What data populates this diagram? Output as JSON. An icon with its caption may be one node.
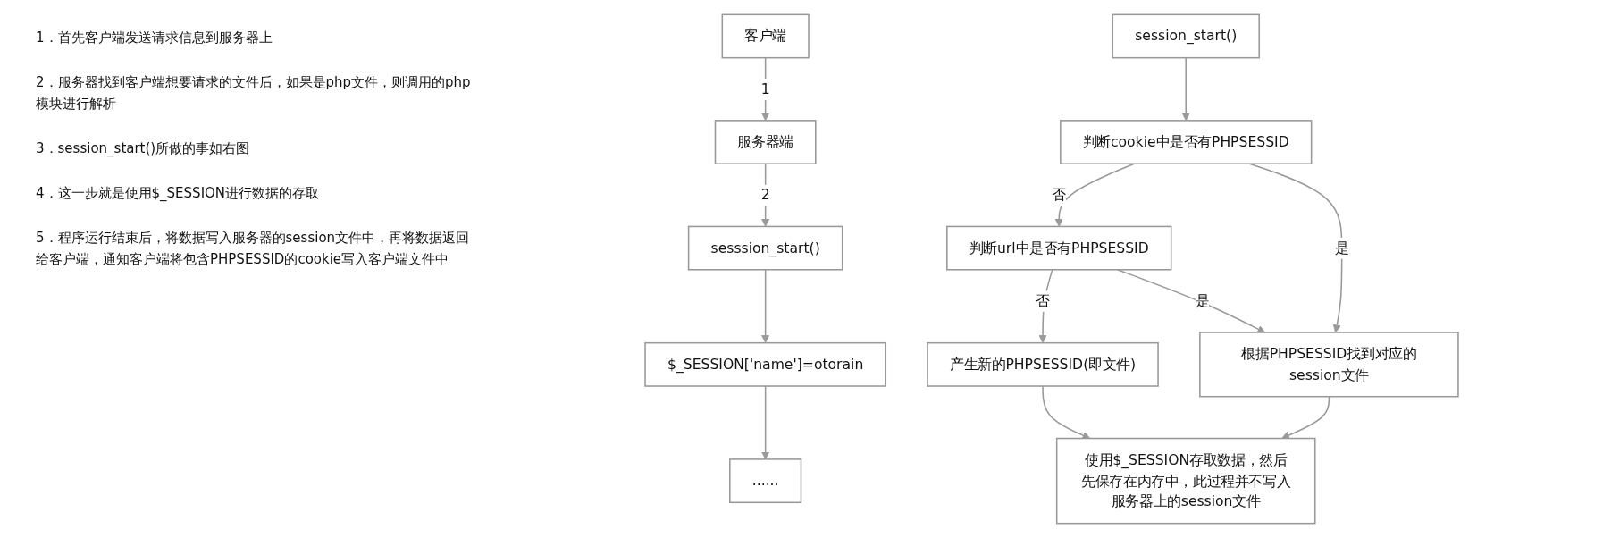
{
  "diagram": {
    "nodes": [
      {
        "text": [
          "客户端"
        ]
      },
      {
        "text": [
          "服务器端"
        ]
      },
      {
        "text": [
          "sesssion_start()"
        ]
      },
      {
        "text": [
          "$_SESSION['name']=otorain"
        ]
      },
      {
        "text": [
          "......"
        ]
      },
      {
        "text": [
          "session_start()"
        ]
      },
      {
        "text": [
          "判断cookie中是否有PHPSESSID"
        ]
      },
      {
        "text": [
          "判断url中是否有PHPSESSID"
        ]
      },
      {
        "text": [
          "产生新的PHPSESSID(即文件)"
        ]
      },
      {
        "text": [
          "根据PHPSESSID找到对应的session文件"
        ]
      },
      {
        "text": [
          "使用$_SESSION存取数据，然后先保存在内存中，此过程并不写入服务器上的session文件"
        ]
      }
    ],
    "edges": [
      {
        "from": 0,
        "to": 1,
        "arrow": "to",
        "label": "1"
      },
      {
        "from": 1,
        "to": 2,
        "arrow": "to",
        "label": "2"
      },
      {
        "from": 2,
        "to": 3,
        "arrow": "to"
      },
      {
        "from": 3,
        "to": 4,
        "arrow": "to"
      },
      {
        "from": 5,
        "to": 6,
        "arrow": "to"
      },
      {
        "from": 6,
        "to": 7,
        "arrow": "to",
        "label": "否"
      },
      {
        "from": 6,
        "to": 9,
        "arrow": "to",
        "label": "是"
      },
      {
        "from": 7,
        "to": 8,
        "arrow": "to",
        "label": "否"
      },
      {
        "from": 7,
        "to": 9,
        "arrow": "to",
        "label": "是"
      },
      {
        "from": 8,
        "to": 10,
        "arrow": "to"
      },
      {
        "from": 9,
        "to": 10,
        "arrow": "to"
      }
    ],
    "labels": [
      "1．首先客户端发送请求信息到服务器上",
      "2．服务器找到客户端想要请求的文件后，如果是php文件，则调用的php模块进行解析",
      "3．session_start()所做的事如右图",
      "4．这一步就是使用$_SESSION进行数据的存取",
      "5．程序运行结束后，将数据写入服务器的session文件中，再将数据返回给客户端，通知客户端将包含PHPSESSID的cookie写入客户端文件中"
    ]
  }
}
